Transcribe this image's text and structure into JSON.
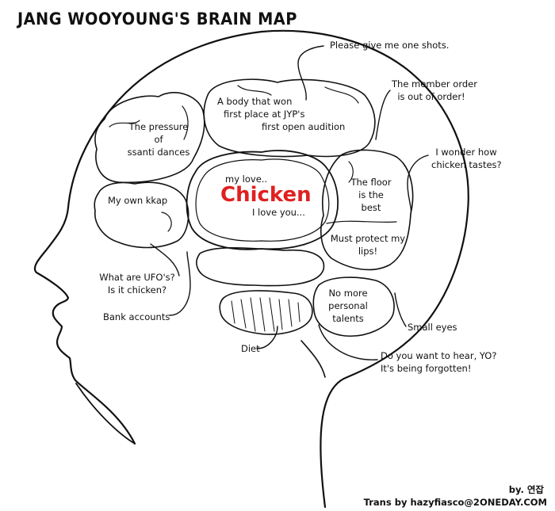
{
  "title": "JANG WOOYOUNG'S BRAIN MAP",
  "center": {
    "top": "my love..",
    "main": "Chicken",
    "bottom": "I love you...",
    "main_color": "#e02020"
  },
  "lobes": {
    "pressure": [
      "The pressure",
      "of",
      "ssanti dances"
    ],
    "body": [
      "A body that won",
      "first place at JYP's",
      "first open audition"
    ],
    "kkap": "My own kkap",
    "floor": [
      "The floor",
      "is the",
      "best"
    ],
    "lips": [
      "Must protect my",
      "lips!"
    ],
    "talents": [
      "No more",
      "personal",
      "talents"
    ]
  },
  "callouts": {
    "shots": "Please give me one shots.",
    "order": [
      "The member order",
      "is out of order!"
    ],
    "tastes": [
      "I wonder how",
      "chicken tastes?"
    ],
    "ufo": [
      "What are UFO's?",
      "Is it chicken?"
    ],
    "bank": "Bank accounts",
    "diet": "Diet",
    "eyes": "Small eyes",
    "yo": [
      "Do you want to hear, YO?",
      "It's being forgotten!"
    ]
  },
  "credits": {
    "by": "by. 연잡",
    "trans": "Trans by hazyfiasco@2ONEDAY.COM"
  }
}
